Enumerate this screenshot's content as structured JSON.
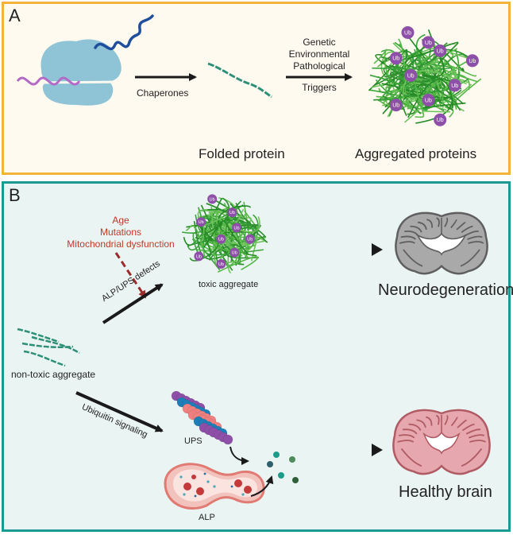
{
  "panel_a": {
    "letter": "A",
    "arrow1_label": "Chaperones",
    "triggers": [
      "Genetic",
      "Environmental",
      "Pathological",
      "Triggers"
    ],
    "folded_label": "Folded protein",
    "aggregated_label": "Aggregated proteins",
    "ub_label": "Ub"
  },
  "panel_b": {
    "letter": "B",
    "risk_factors": [
      "Age",
      "Mutations",
      "Mitochondrial dysfunction"
    ],
    "defects_label": "ALP/UPS defects",
    "toxic_label": "toxic aggregate",
    "nontoxic_label": "non-toxic aggregate",
    "ubiquitin_label": "Ubiquitin signaling",
    "ups_label": "UPS",
    "alp_label": "ALP",
    "neuro_label": "Neurodegeneration",
    "healthy_label": "Healthy brain",
    "ub_label": "Ub"
  },
  "colors": {
    "panel_a_border": "#f2b33d",
    "panel_b_border": "#1b9a93",
    "risk_text": "#c0392b",
    "ub_badge": "#8e4fa8",
    "aggregate_green": "#3aa33a"
  }
}
